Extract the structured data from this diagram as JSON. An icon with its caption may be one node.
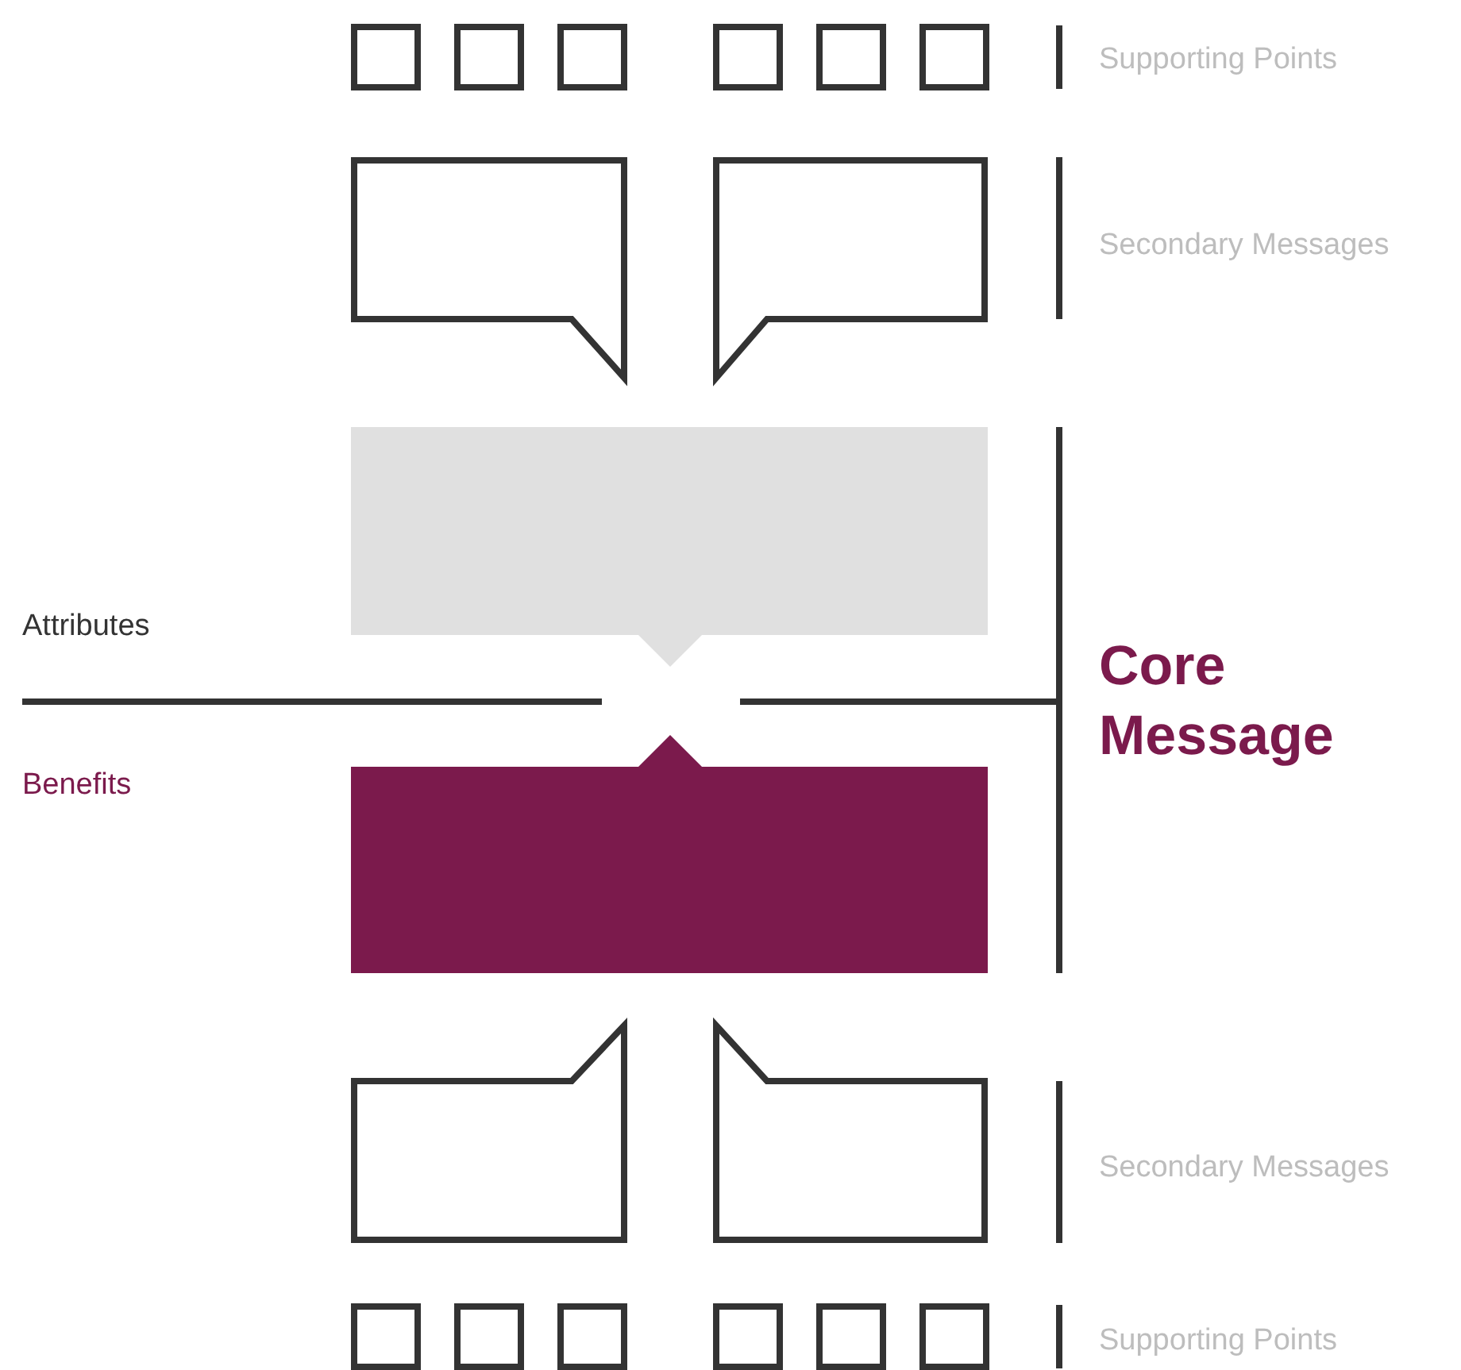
{
  "diagram": {
    "nodes": [
      {
        "text": [],
        "shape": "callout"
      },
      {
        "text": [],
        "shape": "callout"
      },
      {
        "text": [],
        "shape": "box"
      },
      {
        "text": [],
        "shape": "box"
      },
      {
        "text": [],
        "shape": "callout"
      },
      {
        "text": [],
        "shape": "callout"
      }
    ],
    "labels": [
      "Supporting Points",
      "Secondary Messages",
      "Attributes",
      "Benefits",
      "Core Message",
      "Secondary Messages",
      "Supporting Points"
    ]
  }
}
